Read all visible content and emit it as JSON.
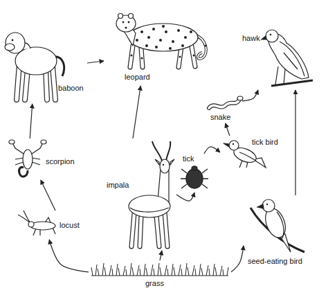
{
  "diagram": {
    "nodes": [
      {
        "text": [
          "leopard"
        ]
      },
      {
        "text": [
          "hawk"
        ]
      },
      {
        "text": [
          "baboon"
        ]
      },
      {
        "text": [
          "snake"
        ]
      },
      {
        "text": [
          "tick bird"
        ]
      },
      {
        "text": [
          "scorpion"
        ]
      },
      {
        "text": [
          "tick"
        ]
      },
      {
        "text": [
          "impala"
        ]
      },
      {
        "text": [
          "locust"
        ]
      },
      {
        "text": [
          "seed-eating bird"
        ]
      },
      {
        "text": [
          "grass"
        ]
      }
    ],
    "edges": [
      {
        "from": 10,
        "to": 8,
        "arrow": "to"
      },
      {
        "from": 10,
        "to": 7,
        "arrow": "to"
      },
      {
        "from": 10,
        "to": 9,
        "arrow": "to"
      },
      {
        "from": 8,
        "to": 5,
        "arrow": "to"
      },
      {
        "from": 5,
        "to": 2,
        "arrow": "to"
      },
      {
        "from": 2,
        "to": 0,
        "arrow": "to"
      },
      {
        "from": 7,
        "to": 0,
        "arrow": "to"
      },
      {
        "from": 7,
        "to": 6,
        "arrow": "to"
      },
      {
        "from": 6,
        "to": 4,
        "arrow": "to"
      },
      {
        "from": 4,
        "to": 3,
        "arrow": "to"
      },
      {
        "from": 3,
        "to": 1,
        "arrow": "to"
      },
      {
        "from": 9,
        "to": 1,
        "arrow": "to"
      }
    ]
  }
}
